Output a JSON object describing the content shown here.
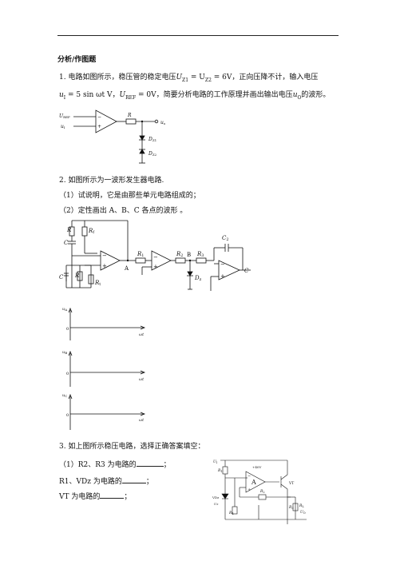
{
  "section_title": "分析/作图题",
  "q1": {
    "line1_a": "1. 电路如图所示，稳压管的稳定电压",
    "line1_formula": "U",
    "line1_sub1": "Z1",
    "line1_eq": " = U",
    "line1_sub2": "Z2",
    "line1_val": " = 6V",
    "line1_b": "，正向压降不计，输入电压",
    "line2_formula": "u",
    "line2_sub": "I",
    "line2_val": " = 5 sin ωt V",
    "line2_c": "，",
    "line2_uref": "U",
    "line2_uref_sub": "REF",
    "line2_uref_val": " = 0V",
    "line2_b": "，简要分析电路的工作原理并画出输出电压",
    "line2_uo": "u",
    "line2_uo_sub": "O",
    "line2_end": "的波形。",
    "circuit": {
      "uref_label": "U",
      "uref_sub": "REF",
      "ui_label": "u",
      "ui_sub": "I",
      "minus": "−",
      "plus": "+",
      "r_label": "R",
      "uo_label": "u",
      "uo_sub": "o",
      "dz1_label": "D",
      "dz1_sub": "Z1",
      "dz2_label": "D",
      "dz2_sub": "Z2"
    }
  },
  "q2": {
    "line1": "2. 如图所示为一波形发生器电路.",
    "line2": "（1）试说明，它是由那些单元电路组成的；",
    "line3": "（2）定性画出 A、B、C 各点的波形 。",
    "circuit": {
      "r": "R",
      "c": "C",
      "rf": "R",
      "rf_sub": "f",
      "rt": "R",
      "rt_sub": "t",
      "r1": "R",
      "r1_sub": "1",
      "r2": "R",
      "r2_sub": "2",
      "r3": "R",
      "r3_sub": "3",
      "c2": "C",
      "c2_sub": "2",
      "dz": "D",
      "dz_sub": "z",
      "node_a": "A",
      "node_b": "B",
      "node_c": "C",
      "minus": "−",
      "plus": "+"
    },
    "axes": [
      {
        "ylabel": "u",
        "ysub": "A",
        "origin": "0",
        "xlabel": "ωt"
      },
      {
        "ylabel": "u",
        "ysub": "B",
        "origin": "0",
        "xlabel": "ωt"
      },
      {
        "ylabel": "u",
        "ysub": "C",
        "origin": "0",
        "xlabel": "ωt"
      }
    ]
  },
  "q3": {
    "line1": "3. 如上图所示稳压电路，选择正确答案填空：",
    "line2_a": "（1）R2、R3 为电路的",
    "line2_b": "；",
    "line3_a": "R1、VDz 为电路的",
    "line3_b": "；",
    "line4_a": "VT 为电路的",
    "line4_b": "；",
    "circuit": {
      "ui": "U",
      "ui_sub": "I",
      "r1": "R",
      "r1_sub": "1",
      "vcc": "+40V",
      "amp": "A",
      "vt": "VT",
      "r2": "R",
      "r2_sub": "2",
      "vdz": "VDz",
      "uz": "Uz",
      "r3": "R",
      "r3_sub": "3",
      "rl": "R",
      "rl_sub": "L",
      "uo": "U",
      "uo_sub": "O",
      "r4": "R",
      "r4_sub": "4",
      "minus": "−",
      "plus": "+"
    }
  }
}
